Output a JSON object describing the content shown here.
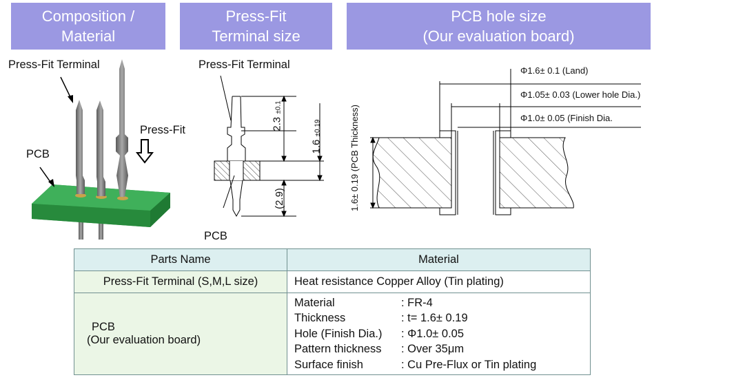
{
  "headers": {
    "composition": [
      "Composition /",
      "Material"
    ],
    "terminal_size": [
      "Press-Fit",
      "Terminal size"
    ],
    "pcb_hole": [
      "PCB hole size",
      "(Our evaluation board)"
    ]
  },
  "left_labels": {
    "terminal": "Press-Fit Terminal",
    "press_fit": "Press-Fit",
    "pcb": "PCB"
  },
  "mid_labels": {
    "terminal": "Press-Fit Terminal",
    "pcb": "PCB",
    "dim_top": "2.3",
    "dim_top_tol": "±0.1",
    "dim_mid": "1.6",
    "dim_mid_tol": "±0.19",
    "dim_bottom": "(2.9)"
  },
  "right_labels": {
    "land": "Φ1.6± 0.1 (Land)",
    "lower_hole": "Φ1.05± 0.03 (Lower hole Dia.)",
    "finish": "Φ1.0± 0.05 (Finish Dia.",
    "thickness": "1.6± 0.19 (PCB Thickness)"
  },
  "table": {
    "headers": [
      "Parts Name",
      "Material"
    ],
    "row1": {
      "part": "Press-Fit Terminal (S,M,L size)",
      "material": "Heat resistance Copper Alloy (Tin plating)"
    },
    "row2": {
      "part_line1": "PCB",
      "part_line2": "(Our evaluation board)",
      "specs": [
        {
          "key": "Material",
          "value": ": FR-4"
        },
        {
          "key": "Thickness",
          "value": ": t= 1.6± 0.19"
        },
        {
          "key": "Hole (Finish Dia.)",
          "value": ": Φ1.0± 0.05"
        },
        {
          "key": "Pattern thickness",
          "value": ": Over 35μm"
        },
        {
          "key": "Surface finish",
          "value": ": Cu Pre-Flux or Tin plating"
        }
      ]
    }
  },
  "colors": {
    "header_bg": "#9b98e2",
    "pcb_green": "#2f9a46",
    "table_head_bg": "#dceff0",
    "table_cell_bg": "#ebf6e6"
  }
}
